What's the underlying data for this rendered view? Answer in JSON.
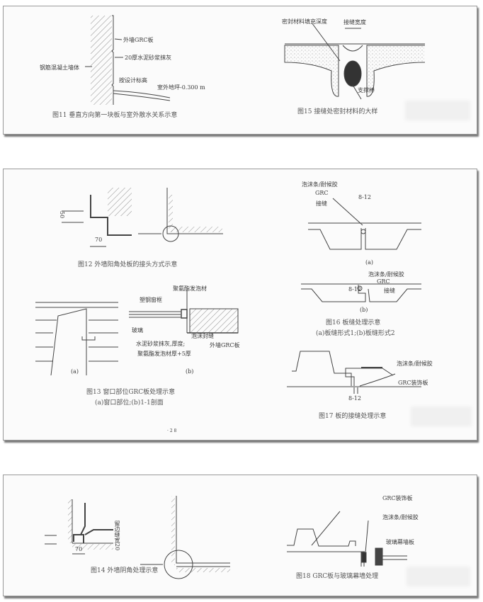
{
  "fig11": {
    "labels": [
      "外墙GRC板",
      "20厚水泥砂浆抹灰",
      "钢筋混凝土墙体",
      "按设计标高",
      "室外地坪-0.300 m"
    ],
    "caption": "图11  垂直方向第一块板与室外散水关系示意"
  },
  "fig15": {
    "labels": [
      "密封材料填充深度",
      "接缝宽度",
      "支撑棒"
    ],
    "caption": "图15  接缝处密封材料的大样"
  },
  "fig12": {
    "dims": [
      "50",
      "70"
    ],
    "caption": "图12  外墙阳角处板的接头方式示意"
  },
  "fig16": {
    "a_labels": [
      "泡沫条/耐候胶",
      "GRC",
      "接缝",
      "8-12"
    ],
    "a_sub": "(a)",
    "b_labels": [
      "泡沫条/耐候胶",
      "GRC",
      "接缝",
      "8-12"
    ],
    "b_sub": "(b)",
    "caption": "图16  板缝处理示意",
    "subcaption": "(a)板缝形式1;(b)板缝形式2"
  },
  "fig13": {
    "labels": [
      "聚氨酯发泡材",
      "塑钢窗框",
      "玻璃",
      "泡沫封缝",
      "水泥砂浆抹灰,厚度;",
      "聚氨酯发泡材厚+5厚",
      "外墙GRC板"
    ],
    "a_sub": "(a)",
    "b_sub": "(b)",
    "caption": "图13  窗口部位GRC板处理示意",
    "subcaption": "(a)窗口部位;(b)1-1剖面"
  },
  "fig17": {
    "labels": [
      "泡沫条/耐候胶",
      "GRC装饰板",
      "8-12"
    ],
    "caption": "图17  板的接缝处理示意"
  },
  "page_number": "· 2 8",
  "fig14": {
    "dims": [
      "70",
      "留边缝宽20"
    ],
    "caption": "图14  外墙阴角处理示意"
  },
  "fig18": {
    "labels": [
      "GRC装饰板",
      "泡沫条/耐候胶",
      "玻璃幕墙板"
    ],
    "caption": "图18  GRC板与玻璃幕墙处理"
  }
}
